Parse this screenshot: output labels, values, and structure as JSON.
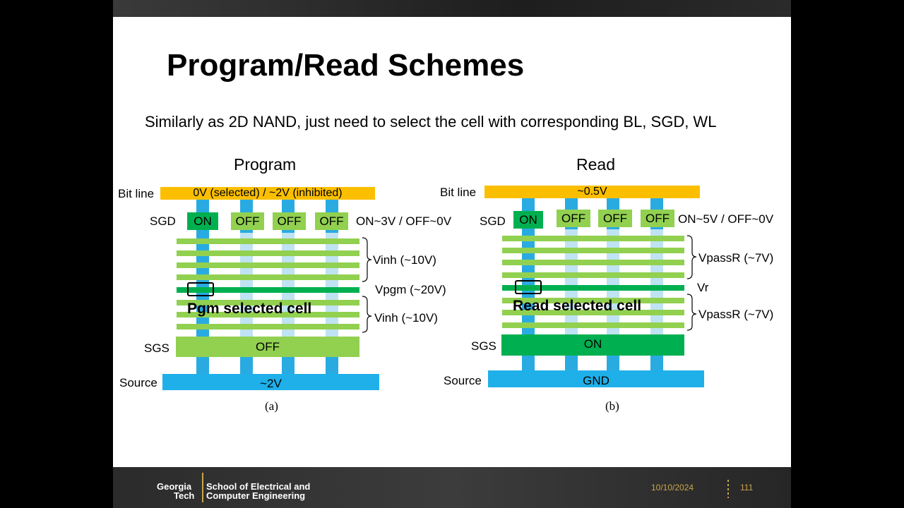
{
  "slide": {
    "title": "Program/Read Schemes",
    "subtitle": "Similarly as 2D NAND, just need to select the cell with corresponding BL, SGD, WL"
  },
  "program": {
    "heading": "Program",
    "bitline_label": "Bit line",
    "bitline_value": "0V (selected) / ~2V (inhibited)",
    "sgd_label": "SGD",
    "sgd_states": [
      "ON",
      "OFF",
      "OFF",
      "OFF"
    ],
    "sgd_note": "ON~3V / OFF~0V",
    "upper_wl_label": "Vinh (~10V)",
    "selected_wl_label": "Vpgm (~20V)",
    "lower_wl_label": "Vinh (~10V)",
    "selected_cell_label": "Pgm selected cell",
    "sgs_label": "SGS",
    "sgs_value": "OFF",
    "source_label": "Source",
    "source_value": "~2V",
    "caption": "(a)"
  },
  "read": {
    "heading": "Read",
    "bitline_label": "Bit line",
    "bitline_value": "~0.5V",
    "sgd_label": "SGD",
    "sgd_states": [
      "ON",
      "OFF",
      "OFF",
      "OFF"
    ],
    "sgd_note": "ON~5V / OFF~0V",
    "upper_wl_label": "VpassR (~7V)",
    "selected_wl_label": "Vr",
    "lower_wl_label": "VpassR (~7V)",
    "selected_cell_label": "Read selected cell",
    "sgs_label": "SGS",
    "sgs_value": "ON",
    "source_label": "Source",
    "source_value": "GND",
    "caption": "(b)"
  },
  "footer": {
    "logo_line1": "Georgia",
    "logo_line2": "Tech",
    "school_line1": "School of Electrical and",
    "school_line2": "Computer Engineering",
    "date": "10/10/2024",
    "page": "111"
  },
  "colors": {
    "bitline": "#fcbf00",
    "channel_selected": "#29abe2",
    "channel_inhibited": "#bfe3f2",
    "wordline": "#92d050",
    "selected_wordline": "#00b050",
    "source": "#1fb0ea"
  }
}
